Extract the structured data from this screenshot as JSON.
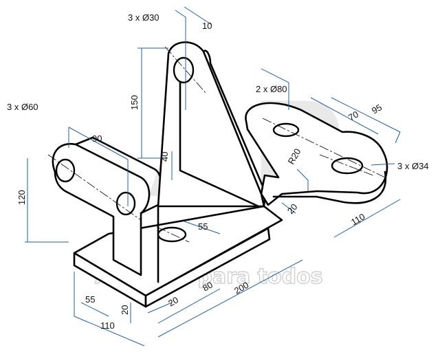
{
  "watermark": {
    "logo_letters": "AP",
    "text": "Autocad para todos"
  },
  "dimensions": {
    "top_holes_callout": "3 x Ø30",
    "top_width": "10",
    "top_height": "150",
    "offset_40": "40",
    "left_holes_callout": "3 x Ø60",
    "left_spacing": "90",
    "left_height": "120",
    "mid_hole": "55",
    "base_55": "55",
    "base_20": "20",
    "base_110": "110",
    "base_20b": "20",
    "base_80": "80",
    "base_200": "200",
    "right_holes_callout": "2 x Ø80",
    "right_70": "70",
    "right_95": "95",
    "right_R20": "R20",
    "right_34": "3 x Ø34",
    "right_20": "20",
    "right_110": "110"
  },
  "colors": {
    "dimension_line": "#1f5f9e",
    "object_line": "#000000"
  }
}
